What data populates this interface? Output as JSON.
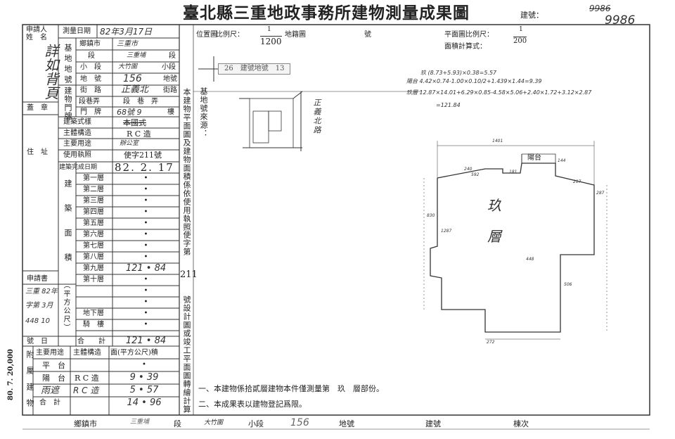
{
  "header": {
    "title": "臺北縣三重地政事務所建物測量成果圖",
    "bldg_no_label": "建號：",
    "bldg_no_struck": "9986",
    "bldg_no_hand": "9986"
  },
  "applicant": {
    "label_line1": "申請人",
    "label_line2": "姓　名",
    "name": "詳如背頁",
    "seal_label": "蓋　章",
    "addr_label": "住　址"
  },
  "survey_date": {
    "label": "測量日期",
    "value": "82年3月17日"
  },
  "land": {
    "group_label": "基地地號",
    "rows": [
      {
        "label": "鄉鎮市",
        "value": "三重市",
        "suffix": ""
      },
      {
        "label": "段",
        "value": "三重埔",
        "suffix": "段"
      },
      {
        "label": "小　段",
        "value": "大竹圍",
        "suffix": "小段"
      },
      {
        "label": "地　號",
        "value": "156",
        "suffix": "地號"
      }
    ]
  },
  "door": {
    "group_label": "建物門牌",
    "rows": [
      {
        "label": "街　路",
        "value": "正義北",
        "suffix": "街路"
      },
      {
        "label": "段巷弄",
        "value": "",
        "suffix": "段　巷　弄"
      },
      {
        "label": "門　牌",
        "value": "68號 9",
        "suffix": "樓"
      }
    ]
  },
  "building_info": [
    {
      "label": "建築式樣",
      "value": "本國式"
    },
    {
      "label": "主體構造",
      "value": "R C 造"
    },
    {
      "label": "主要用途",
      "value": "辦公室"
    },
    {
      "label": "使用執照",
      "value": "使字211號"
    },
    {
      "label": "建築完成日期",
      "value": "82. 2. 17"
    }
  ],
  "floors": {
    "group_label": "建築面積",
    "unit_label": "（平方公尺）",
    "rows": [
      {
        "label": "第一層",
        "value": "•"
      },
      {
        "label": "第二層",
        "value": "•"
      },
      {
        "label": "第三層",
        "value": "•"
      },
      {
        "label": "第四層",
        "value": "•"
      },
      {
        "label": "第五層",
        "value": "•"
      },
      {
        "label": "第六層",
        "value": "•"
      },
      {
        "label": "第七層",
        "value": "•"
      },
      {
        "label": "第八層",
        "value": "•"
      },
      {
        "label": "第九層",
        "value": "121 • 84"
      },
      {
        "label": "第十層",
        "value": "•"
      },
      {
        "label": "",
        "value": "•"
      },
      {
        "label": "",
        "value": "•"
      },
      {
        "label": "地下層",
        "value": "•"
      },
      {
        "label": "騎　樓",
        "value": "•"
      }
    ],
    "total_label": "合　　計",
    "total_value": "121 • 84"
  },
  "application": {
    "label": "申請書",
    "line1": "三重 82年",
    "line2": "字第 3月",
    "line3": "448 10",
    "no_label": "號　日"
  },
  "annex": {
    "side_label": "附屬建物",
    "headers": [
      "主要用途",
      "主體構造",
      "面(平方公尺)積"
    ],
    "rows": [
      {
        "use": "平　台",
        "struct": "",
        "area": "•"
      },
      {
        "use": "陽　台",
        "struct": "R C 造",
        "area": "9 • 39"
      },
      {
        "use": "雨遮",
        "struct": "R C 造",
        "area": "5 • 57"
      }
    ],
    "total_label": "合　計",
    "total_value": "14 • 96"
  },
  "vertical_note": "本建物平面圖及建物面積係依使用執照",
  "vertical_note2": "使字第",
  "vertical_no": "211",
  "vertical_note3": "號設計圖或竣工平面圖轉繪計算",
  "site_plan": {
    "label": "位置圖",
    "scale_label": "比例尺：",
    "scale_num": "1",
    "scale_den": "1200",
    "map_label": "地籍圖",
    "no_label": "號",
    "base_label": "基地號來源：",
    "cadastral_strip": "26　建號地號　13",
    "street": "正義北路"
  },
  "floor_plan": {
    "scale_label": "平面圖比例尺：",
    "scale_num": "1",
    "scale_den": "200",
    "calc_label": "面積計算式：",
    "calc_line0": "玖 (8.73+5.93)×0.38=5.57",
    "calc_line1": "陽台 4.42×0.74-1.00×0.10/2+1.439×1.44=9.39",
    "calc_line2": "玖層 12.87×14.01+6.29×0.85-4.58×5.06+2.40×1.72+3.12×2.87",
    "calc_line3": "=121.84",
    "room_char1": "玖",
    "room_char2": "層",
    "balcony": "陽台",
    "dims": [
      "1401",
      "144",
      "217",
      "287",
      "448",
      "506",
      "272",
      "1287",
      "830",
      "592",
      "181",
      "240"
    ]
  },
  "notes": {
    "note1": "一、本建物係拾貳層建物本件僅測量第　玖　層部份。",
    "note2": "二、本成果表以建物登記爲限。"
  },
  "left_margin_date": "80. 7. 20,000",
  "footer": {
    "town_label": "鄉鎮市",
    "town_value": "三重埔",
    "section_label": "段",
    "subsection_value": "大竹圍",
    "subsection_label": "小段",
    "lot_value": "156",
    "lot_label": "地號",
    "bldg_label": "建號",
    "sheet_label": "棟次"
  }
}
